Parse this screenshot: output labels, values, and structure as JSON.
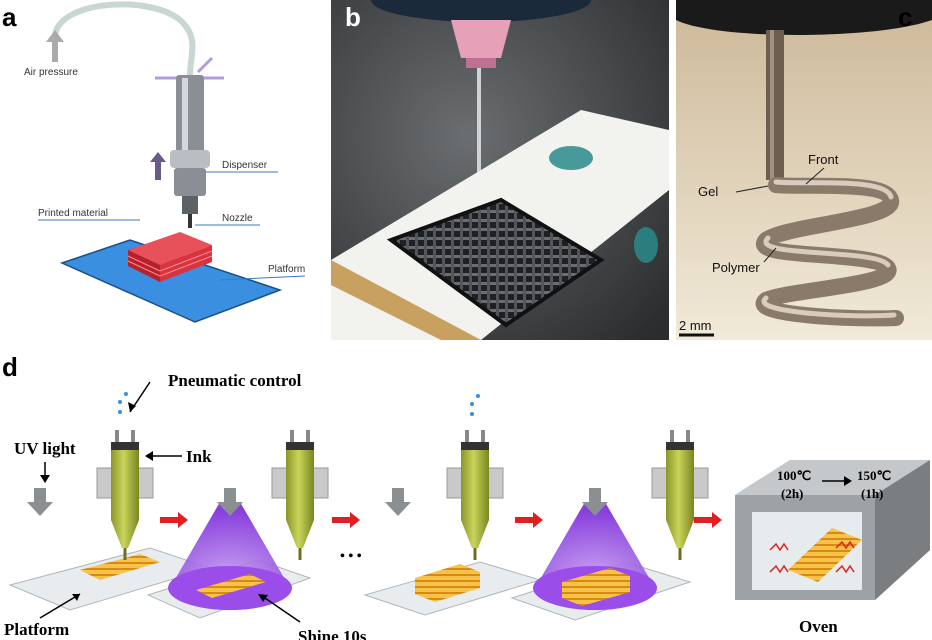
{
  "panels": {
    "a": {
      "label": "a",
      "air_pressure": "Air pressure",
      "dispenser": "Dispenser",
      "nozzle": "Nozzle",
      "printed_material": "Printed material",
      "platform": "Platform"
    },
    "b": {
      "label": "b"
    },
    "c": {
      "label": "c",
      "front": "Front",
      "gel": "Gel",
      "polymer": "Polymer",
      "scale": "2 mm"
    },
    "d": {
      "label": "d",
      "pneumatic_control": "Pneumatic control",
      "uv_light": "UV light",
      "ink": "Ink",
      "platform": "Platform",
      "shine": "Shine 10s",
      "ellipsis": "• • •",
      "temp1": "100℃",
      "time1": "(2h)",
      "temp2": "150℃",
      "time2": "(1h)",
      "oven": "Oven"
    }
  },
  "colors": {
    "platform_blue": "#3a8fe0",
    "printed_red": "#d8333f",
    "syringe_green": "#a8b535",
    "uv_purple": "#9a4de8",
    "arrow_red": "#e02020",
    "lattice_gold": "#f0b020"
  }
}
